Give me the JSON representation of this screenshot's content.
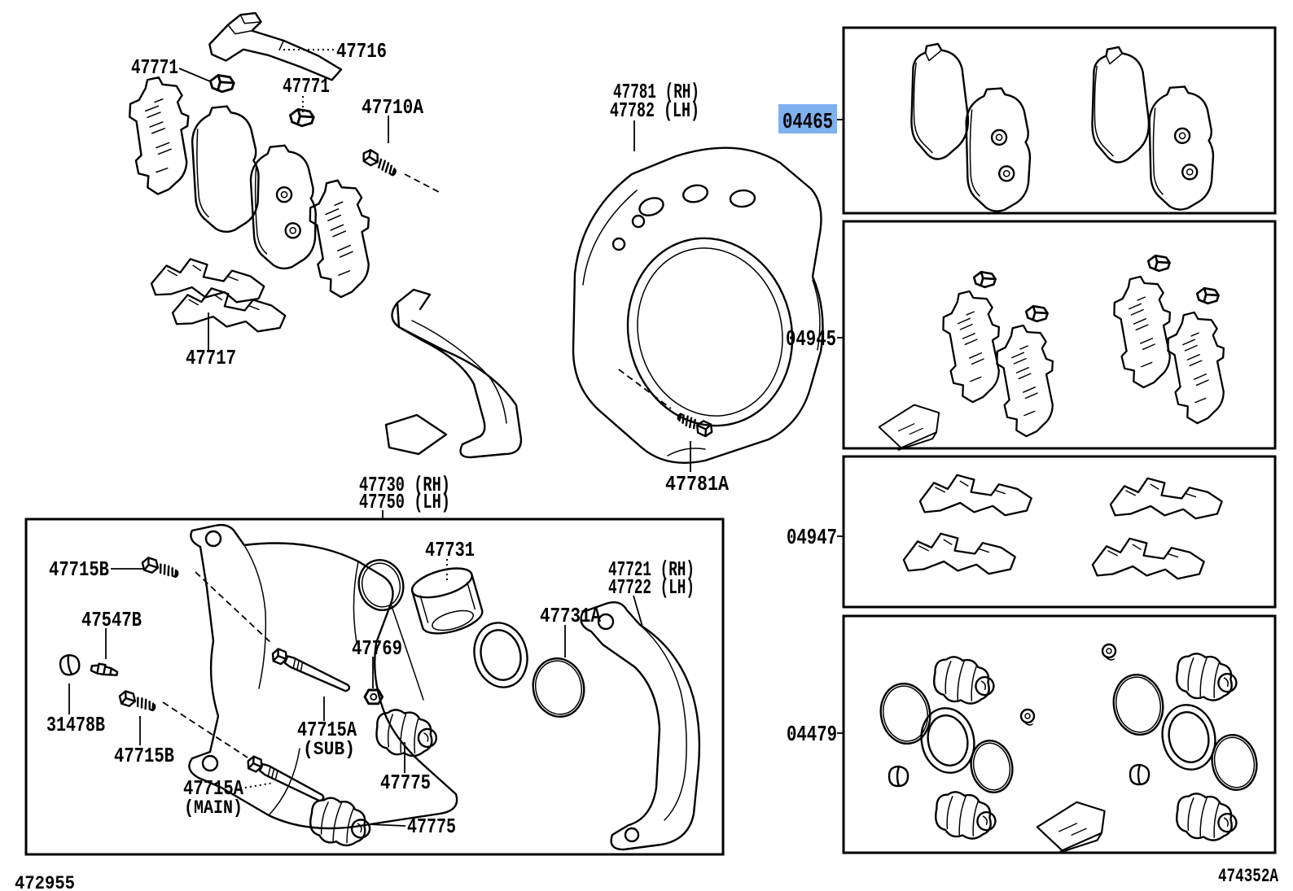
{
  "figure": {
    "footer_left_code": "472955",
    "footer_right_code": "474352A"
  },
  "colors": {
    "line": "#000000",
    "background": "#ffffff",
    "highlight_bg": "#7fb0f0",
    "highlight_text": "#17409e"
  },
  "selected_kit": "04465",
  "part_labels": {
    "l47716": "47716",
    "l47771_left": "47771",
    "l47771_right": "47771",
    "l47710A": "47710A",
    "l47781_rh": "47781 (RH)",
    "l47782_lh": "47782 (LH)",
    "l47717": "47717",
    "l47781A": "47781A",
    "l47730_rh": "47730 (RH)",
    "l47750_lh": "47750 (LH)",
    "l47715B_upper": "47715B",
    "l47547B": "47547B",
    "l31478B": "31478B",
    "l47715B_lower": "47715B",
    "l47769": "47769",
    "l47715A_sub": "47715A",
    "l47715A_sub_note": "(SUB)",
    "l47715A_main": "47715A",
    "l47715A_main_note": "(MAIN)",
    "l47731": "47731",
    "l47731A": "47731A",
    "l47721_rh": "47721 (RH)",
    "l47722_lh": "47722 (LH)",
    "l47775_upper": "47775",
    "l47775_lower": "47775"
  },
  "kit_labels": {
    "k04465": "04465",
    "k04945": "04945",
    "k04947": "04947",
    "k04479": "04479"
  }
}
